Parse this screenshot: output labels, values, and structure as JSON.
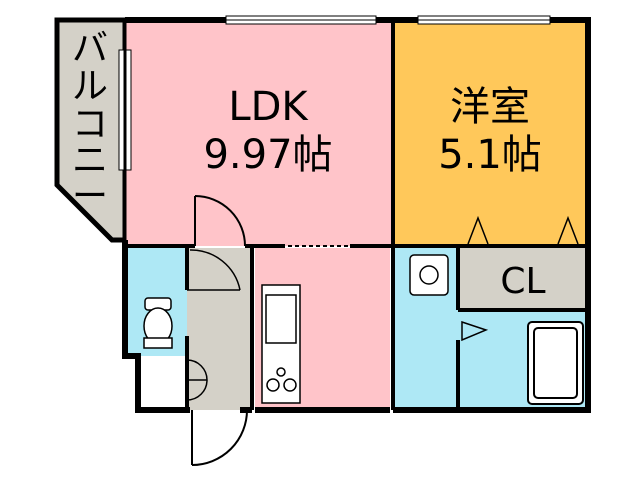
{
  "rooms": {
    "balcony": {
      "label_chars": [
        "バ",
        "ル",
        "コ",
        "ニ",
        "ー"
      ]
    },
    "ldk": {
      "name": "LDK",
      "size": "9.97帖"
    },
    "western": {
      "name": "洋室",
      "size": "5.1帖"
    },
    "closet": {
      "label": "CL"
    }
  },
  "colors": {
    "ldk": "#ffc4c9",
    "kitchen": "#ffc4c9",
    "western": "#ffc85a",
    "wet_areas": "#aee8f5",
    "corridor": "#d4d1c8",
    "closet": "#d4d1c8",
    "balcony": "#d4d1c8",
    "wall": "#000000"
  }
}
